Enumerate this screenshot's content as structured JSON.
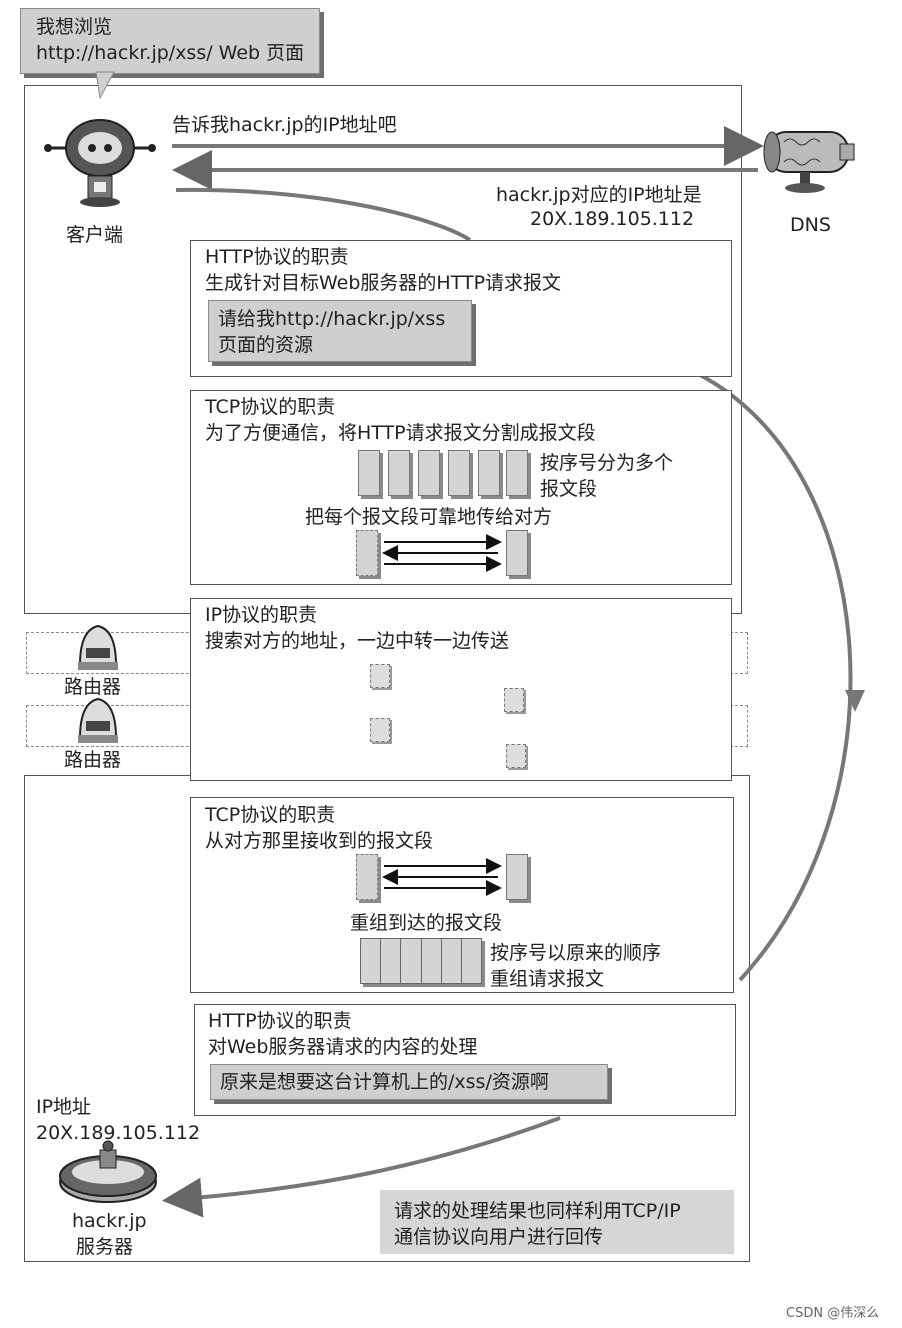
{
  "bubble": {
    "line1": "我想浏览",
    "line2": "http://hackr.jp/xss/ Web 页面"
  },
  "client_label": "客户端",
  "dns_label": "DNS",
  "dns_request": "告诉我hackr.jp的IP地址吧",
  "dns_reply": {
    "line1": "hackr.jp对应的IP地址是",
    "line2": "20X.189.105.112"
  },
  "http_client": {
    "title": "HTTP协议的职责",
    "desc": "生成针对目标Web服务器的HTTP请求报文",
    "note1": "请给我http://hackr.jp/xss",
    "note2": "页面的资源"
  },
  "tcp_client": {
    "title": "TCP协议的职责",
    "desc": "为了方便通信，将HTTP请求报文分割成报文段",
    "split1": "按序号分为多个",
    "split2": "报文段",
    "reliable": "把每个报文段可靠地传给对方"
  },
  "ip": {
    "title": "IP协议的职责",
    "desc": "搜索对方的地址，一边中转一边传送"
  },
  "router_labels": [
    "路由器",
    "路由器"
  ],
  "tcp_server": {
    "title": "TCP协议的职责",
    "desc": "从对方那里接收到的报文段",
    "reassemble": "重组到达的报文段",
    "order1": "按序号以原来的顺序",
    "order2": "重组请求报文"
  },
  "http_server": {
    "title": "HTTP协议的职责",
    "desc": "对Web服务器请求的内容的处理",
    "note": "原来是想要这台计算机上的/xss/资源啊"
  },
  "server": {
    "ip_label": "IP地址",
    "ip_value": "20X.189.105.112",
    "name1": "hackr.jp",
    "name2": "服务器"
  },
  "result_note": {
    "line1": "请求的处理结果也同样利用TCP/IP",
    "line2": "通信协议向用户进行回传"
  },
  "watermark": "CSDN @伟深么"
}
